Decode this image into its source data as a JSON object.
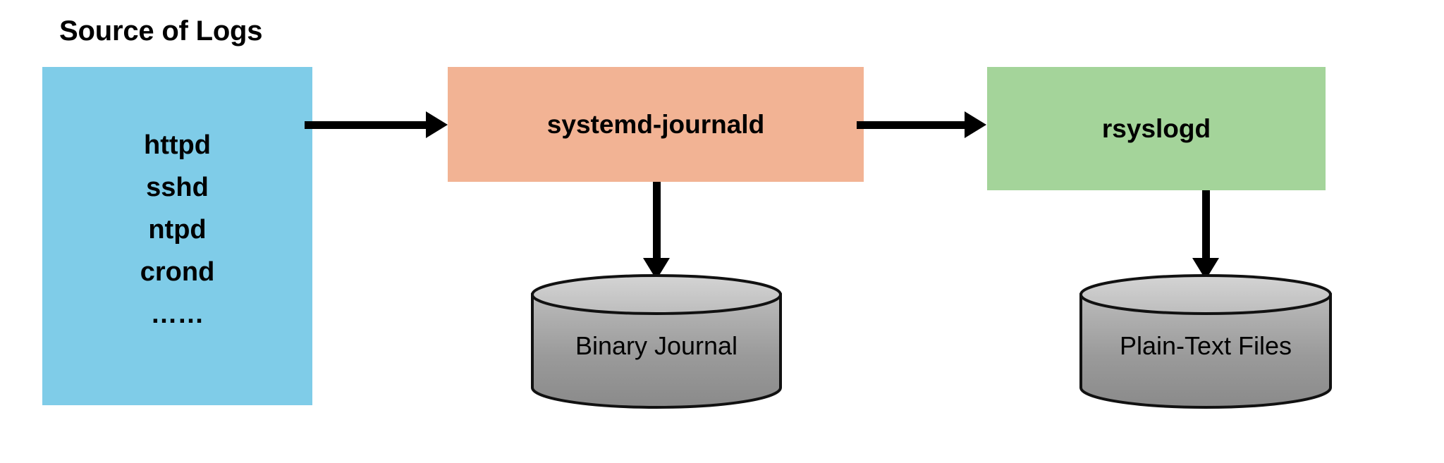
{
  "diagram": {
    "title": "Source of Logs",
    "source_box": {
      "label": "Source of Logs",
      "color": "#7FCCE8",
      "items": [
        {
          "label": "httpd"
        },
        {
          "label": "sshd"
        },
        {
          "label": "ntpd"
        },
        {
          "label": "crond"
        },
        {
          "label": "……"
        }
      ]
    },
    "journald_box": {
      "label": "systemd-journald",
      "color": "#F2B394"
    },
    "rsyslogd_box": {
      "label": "rsyslogd",
      "color": "#A4D49A"
    },
    "binary_journal_store": {
      "label": "Binary Journal",
      "color": "#9A9A9A"
    },
    "plain_text_store": {
      "label": "Plain-Text Files",
      "color": "#9A9A9A"
    },
    "arrows": [
      {
        "name": "source-to-journald",
        "direction": "right"
      },
      {
        "name": "journald-to-rsyslogd",
        "direction": "right"
      },
      {
        "name": "journald-to-binary-journal",
        "direction": "down"
      },
      {
        "name": "rsyslogd-to-plain-text-files",
        "direction": "down"
      }
    ],
    "background_color": "#FFFFFF"
  }
}
